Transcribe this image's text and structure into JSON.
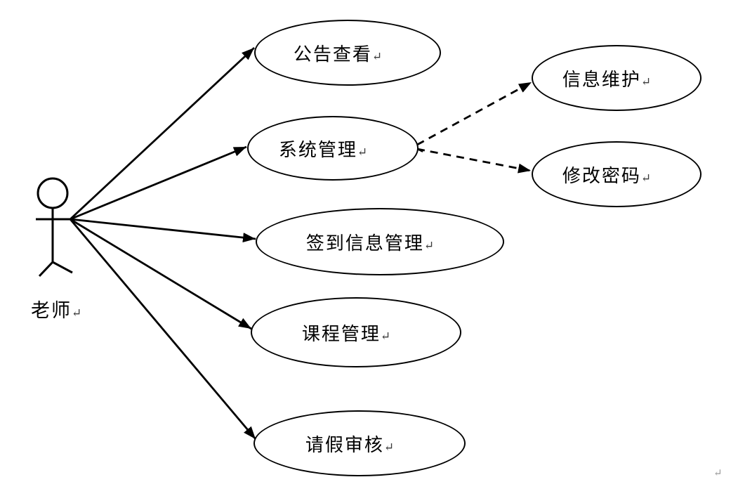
{
  "diagram": {
    "kind": "uml-use-case",
    "actor": {
      "label": "老师"
    },
    "use_cases": [
      {
        "id": "view-announcements",
        "label": "公告查看"
      },
      {
        "id": "system-management",
        "label": "系统管理"
      },
      {
        "id": "info-maintenance",
        "label": "信息维护"
      },
      {
        "id": "change-password",
        "label": "修改密码"
      },
      {
        "id": "checkin-management",
        "label": "签到信息管理"
      },
      {
        "id": "course-management",
        "label": "课程管理"
      },
      {
        "id": "leave-approval",
        "label": "请假审核"
      }
    ],
    "connections": {
      "solid_arrows": [
        {
          "from": "老师",
          "to": "公告查看"
        },
        {
          "from": "老师",
          "to": "系统管理"
        },
        {
          "from": "老师",
          "to": "签到信息管理"
        },
        {
          "from": "老师",
          "to": "课程管理"
        },
        {
          "from": "老师",
          "to": "请假审核"
        }
      ],
      "dashed_arrows": [
        {
          "from": "系统管理",
          "to": "信息维护"
        },
        {
          "from": "系统管理",
          "to": "修改密码"
        }
      ]
    },
    "marks": {
      "return_mark": "↵",
      "page_return_mark": "↵"
    },
    "colors": {
      "line": "#000000",
      "background": "#ffffff",
      "return_mark": "#3a3a3a",
      "page_mark": "#9a9a9a"
    }
  }
}
